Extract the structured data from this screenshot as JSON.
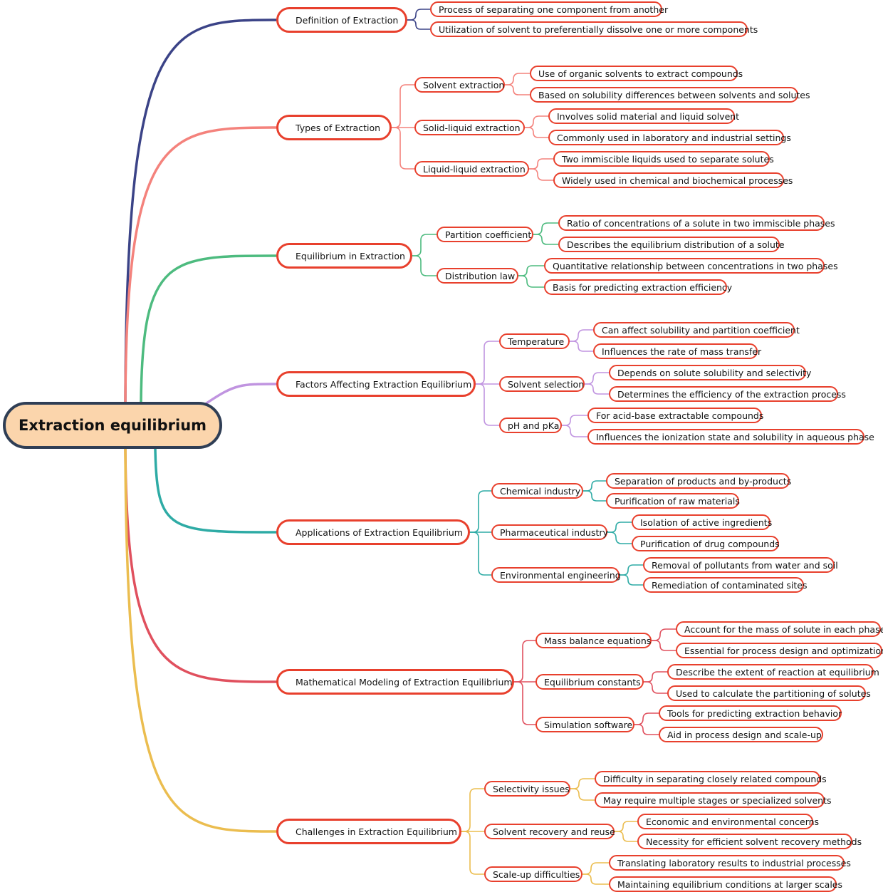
{
  "root": {
    "label": "Extraction equilibrium"
  },
  "branches": [
    {
      "label": "Definition of Extraction",
      "color": "#3b4387",
      "children": [],
      "leaves": [
        "Process of separating one component from another",
        "Utilization of solvent to preferentially dissolve one or more components"
      ]
    },
    {
      "label": "Types of Extraction",
      "color": "#f4827c",
      "children": [
        {
          "label": "Solvent extraction",
          "leaves": [
            "Use of organic solvents to extract compounds",
            "Based on solubility differences between solvents and solutes"
          ]
        },
        {
          "label": "Solid-liquid extraction",
          "leaves": [
            "Involves solid material and liquid solvent",
            "Commonly used in laboratory and industrial settings"
          ]
        },
        {
          "label": "Liquid-liquid extraction",
          "leaves": [
            "Two immiscible liquids used to separate solutes",
            "Widely used in chemical and biochemical processes"
          ]
        }
      ]
    },
    {
      "label": "Equilibrium in Extraction",
      "color": "#4dbb7f",
      "children": [
        {
          "label": "Partition coefficient",
          "leaves": [
            "Ratio of concentrations of a solute in two immiscible phases",
            "Describes the equilibrium distribution of a solute"
          ]
        },
        {
          "label": "Distribution law",
          "leaves": [
            "Quantitative relationship between concentrations in two phases",
            "Basis for predicting extraction efficiency"
          ]
        }
      ]
    },
    {
      "label": "Factors Affecting Extraction Equilibrium",
      "color": "#c094e0",
      "children": [
        {
          "label": "Temperature",
          "leaves": [
            "Can affect solubility and partition coefficient",
            "Influences the rate of mass transfer"
          ]
        },
        {
          "label": "Solvent selection",
          "leaves": [
            "Depends on solute solubility and selectivity",
            "Determines the efficiency of the extraction process"
          ]
        },
        {
          "label": "pH and pKa",
          "leaves": [
            "For acid-base extractable compounds",
            "Influences the ionization state and solubility in aqueous phase"
          ]
        }
      ]
    },
    {
      "label": "Applications of Extraction Equilibrium",
      "color": "#2eaba5",
      "children": [
        {
          "label": "Chemical industry",
          "leaves": [
            "Separation of products and by-products",
            "Purification of raw materials"
          ]
        },
        {
          "label": "Pharmaceutical industry",
          "leaves": [
            "Isolation of active ingredients",
            "Purification of drug compounds"
          ]
        },
        {
          "label": "Environmental engineering",
          "leaves": [
            "Removal of pollutants from water and soil",
            "Remediation of contaminated sites"
          ]
        }
      ]
    },
    {
      "label": "Mathematical Modeling of Extraction Equilibrium",
      "color": "#e0505e",
      "children": [
        {
          "label": "Mass balance equations",
          "leaves": [
            "Account for the mass of solute in each phase",
            "Essential for process design and optimization"
          ]
        },
        {
          "label": "Equilibrium constants",
          "leaves": [
            "Describe the extent of reaction at equilibrium",
            "Used to calculate the partitioning of solutes"
          ]
        },
        {
          "label": "Simulation software",
          "leaves": [
            "Tools for predicting extraction behavior",
            "Aid in process design and scale-up"
          ]
        }
      ]
    },
    {
      "label": "Challenges in Extraction Equilibrium",
      "color": "#ebbd4f",
      "children": [
        {
          "label": "Selectivity issues",
          "leaves": [
            "Difficulty in separating closely related compounds",
            "May require multiple stages or specialized solvents"
          ]
        },
        {
          "label": "Solvent recovery and reuse",
          "leaves": [
            "Economic and environmental concerns",
            "Necessity for efficient solvent recovery methods"
          ]
        },
        {
          "label": "Scale-up difficulties",
          "leaves": [
            "Translating laboratory results to industrial processes",
            "Maintaining equilibrium conditions at larger scales"
          ]
        }
      ]
    }
  ]
}
